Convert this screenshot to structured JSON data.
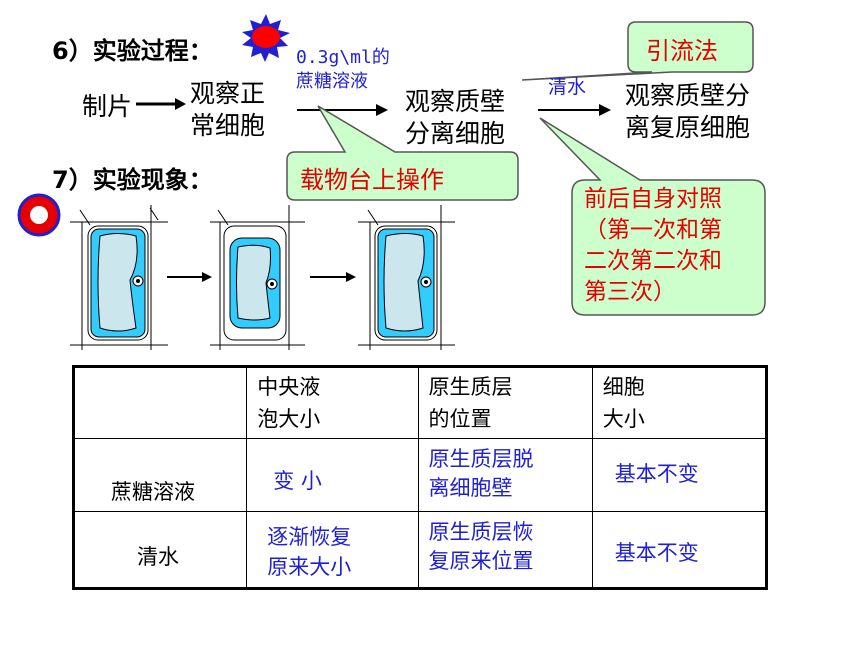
{
  "process": {
    "heading": "6）实验过程：",
    "step1": "制片",
    "step2": [
      "观察正",
      "常细胞"
    ],
    "reagent1": [
      "0.3g\\ml的",
      "蔗糖溶液"
    ],
    "step3": [
      "观察质壁",
      "分离细胞"
    ],
    "reagent2": "清水",
    "step4": [
      "观察质壁分",
      "离复原细胞"
    ]
  },
  "callouts": {
    "drainage": "引流法",
    "stage": "载物台上操作",
    "control": [
      "前后自身对照",
      "（第一次和第",
      "二次第二次和",
      "第三次）"
    ]
  },
  "phenomenon": {
    "heading": "7）实验现象："
  },
  "table": {
    "headers": [
      [
        "中央液",
        "泡大小"
      ],
      [
        "原生质层",
        "的位置"
      ],
      [
        "细胞",
        "大小"
      ]
    ],
    "rows": [
      {
        "label": "蔗糖溶液",
        "vacuole": [
          "变 小"
        ],
        "protoplast": [
          "原生质层脱",
          "离细胞壁"
        ],
        "cell": [
          "基本不变"
        ]
      },
      {
        "label": "清水",
        "vacuole": [
          "逐渐恢复",
          "原来大小"
        ],
        "protoplast": [
          "原生质层恢",
          "复原来位置"
        ],
        "cell": [
          "基本不变"
        ]
      }
    ]
  },
  "colors": {
    "accent_text": "#1f1fd6",
    "callout_fill": "#ccffcc",
    "callout_text": "#e60000",
    "cytoplasm": "#33ccff",
    "vacuole": "#cce6ee"
  }
}
